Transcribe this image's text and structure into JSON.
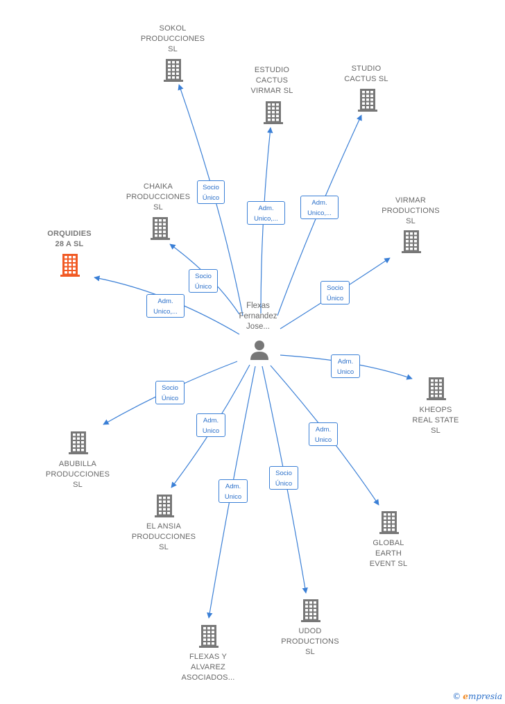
{
  "person": {
    "name": "Flexas\nFernandez\nJose..."
  },
  "colors": {
    "edge": "#3a7fd6",
    "building": "#777777",
    "highlight": "#f15a24"
  },
  "companies": [
    {
      "id": "sokol",
      "label": "SOKOL\nPRODUCCIONES\nSL",
      "relation": "Socio\nÚnico",
      "highlight": false
    },
    {
      "id": "estudio-cactus-virmar",
      "label": "ESTUDIO\nCACTUS\nVIRMAR  SL",
      "relation": "Adm.\nUnico,...",
      "highlight": false
    },
    {
      "id": "studio-cactus",
      "label": "STUDIO\nCACTUS  SL",
      "relation": "Adm.\nUnico,...",
      "highlight": false
    },
    {
      "id": "chaika",
      "label": "CHAIKA\nPRODUCCIONES\nSL",
      "relation": "Socio\nÚnico",
      "highlight": false
    },
    {
      "id": "virmar",
      "label": "VIRMAR\nPRODUCTIONS\nSL",
      "relation": "Socio\nÚnico",
      "highlight": false
    },
    {
      "id": "orquidies",
      "label": "ORQUIDIES\n28 A  SL",
      "relation": "Adm.\nUnico,...",
      "highlight": true
    },
    {
      "id": "kheops",
      "label": "KHEOPS\nREAL STATE\nSL",
      "relation": "Adm.\nUnico",
      "highlight": false
    },
    {
      "id": "abubilla",
      "label": "ABUBILLA\nPRODUCCIONES\nSL",
      "relation": "Socio\nÚnico",
      "highlight": false
    },
    {
      "id": "el-ansia",
      "label": "EL ANSIA\nPRODUCCIONES\nSL",
      "relation": "Adm.\nUnico",
      "highlight": false
    },
    {
      "id": "global-earth",
      "label": "GLOBAL\nEARTH\nEVENT  SL",
      "relation": "Adm.\nUnico",
      "highlight": false
    },
    {
      "id": "flexas-alvarez",
      "label": "FLEXAS Y\nALVAREZ\nASOCIADOS...",
      "relation": "Adm.\nUnico",
      "highlight": false
    },
    {
      "id": "udod",
      "label": "UDOD\nPRODUCTIONS\nSL",
      "relation": "Socio\nÚnico",
      "highlight": false
    }
  ],
  "brand": {
    "copyright": "©",
    "initial": "e",
    "name": "mpresia"
  }
}
